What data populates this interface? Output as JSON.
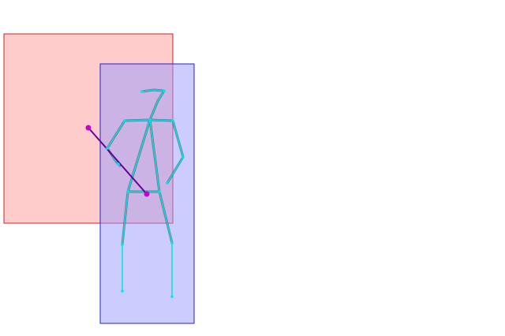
{
  "scene": {
    "background_color": "#ffffff",
    "boxes": [
      {
        "name": "red-region-box",
        "fill": "#ff9999",
        "fill_opacity": 0.5,
        "stroke": "#cc2222"
      },
      {
        "name": "blue-region-box",
        "fill": "#9999ff",
        "fill_opacity": 0.5,
        "stroke": "#2222cc"
      }
    ],
    "skeleton": {
      "outline_color": "#333333",
      "limb_color": "#00e5e5",
      "joint_color": "#00e5e5"
    },
    "club": {
      "line_color": "#660099",
      "grip_marker_color": "#cc00cc",
      "head_marker_color": "#cc00cc"
    }
  }
}
